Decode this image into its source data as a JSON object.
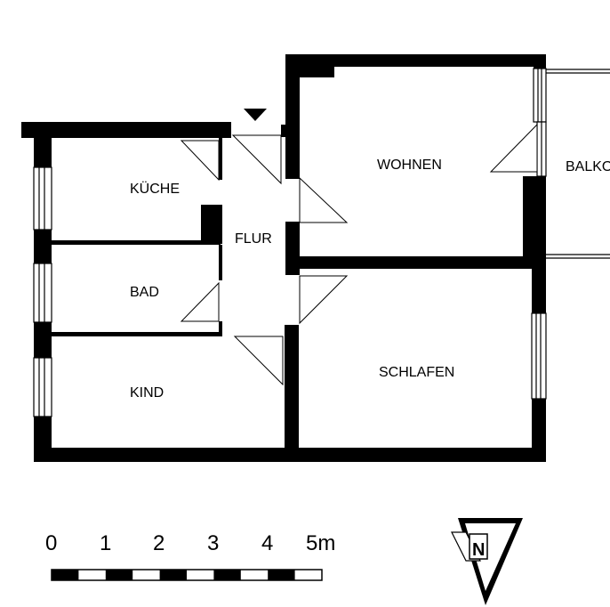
{
  "rooms": {
    "kueche": "KÜCHE",
    "wohnen": "WOHNEN",
    "flur": "FLUR",
    "bad": "BAD",
    "kind": "KIND",
    "schlafen": "SCHLAFEN",
    "balkon": "BALKON"
  },
  "scale_bar": {
    "labels": [
      "0",
      "1",
      "2",
      "3",
      "4",
      "5m"
    ]
  },
  "north_arrow": {
    "letter": "N"
  },
  "colors": {
    "wall": "#000000",
    "background": "#ffffff"
  }
}
